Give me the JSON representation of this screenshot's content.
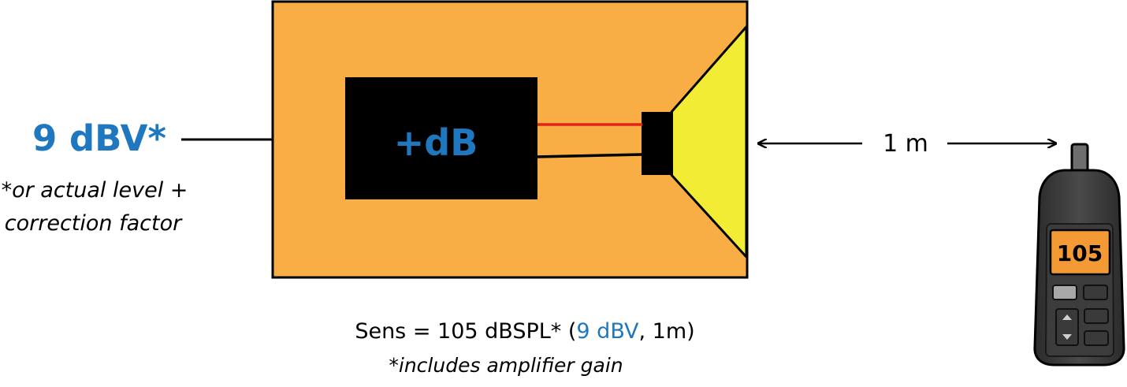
{
  "input": {
    "level": "9 dBV*",
    "note_line1": "*or actual level +",
    "note_line2": "correction factor"
  },
  "amplifier": {
    "label": "+dB"
  },
  "distance": {
    "label": "1 m"
  },
  "meter": {
    "reading": "105"
  },
  "caption": {
    "prefix": "Sens = 105 dBSPL* (",
    "highlight": "9 dBV",
    "suffix": ", 1m)",
    "footnote": "*includes amplifier gain"
  },
  "colors": {
    "accent_blue": "#1f78bf",
    "cabinet_orange": "#f8ae45",
    "horn_yellow": "#f2ec35",
    "signal_red": "#e3221b",
    "meter_screen": "#f39a35"
  }
}
